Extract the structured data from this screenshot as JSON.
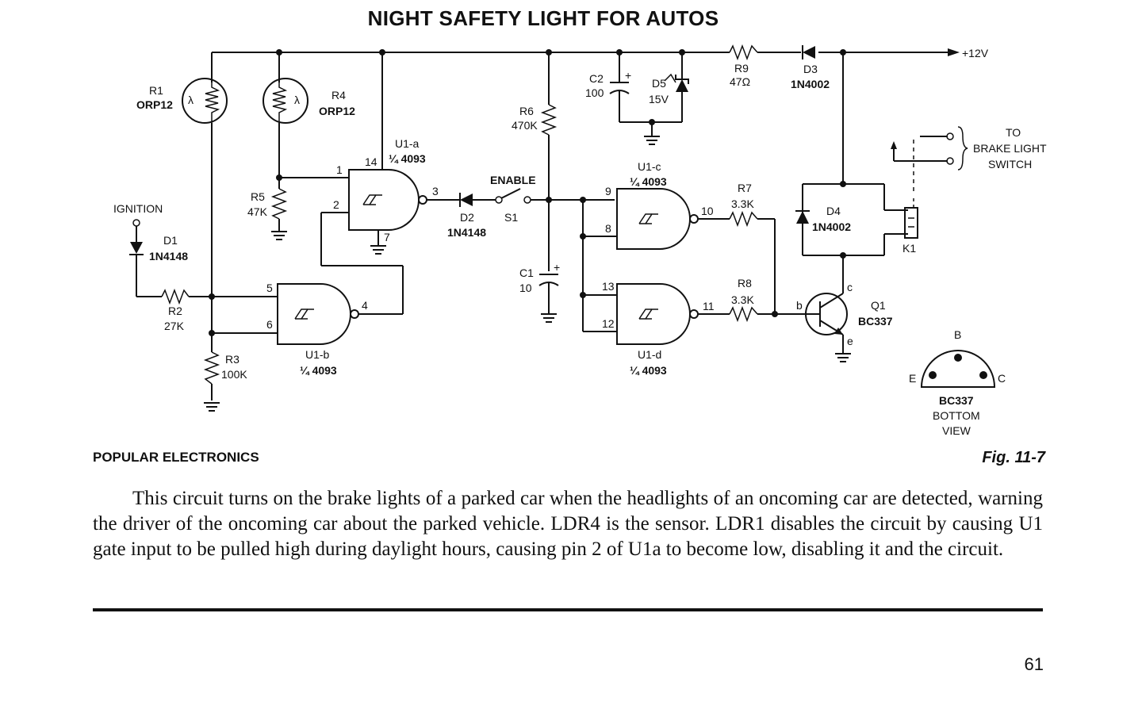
{
  "title": "NIGHT SAFETY LIGHT FOR AUTOS",
  "source": "POPULAR ELECTRONICS",
  "figure": "Fig. 11-7",
  "caption": "This circuit turns on the brake lights of a parked car when the headlights of an oncoming car are detected, warning the driver of the oncoming car about the parked vehicle. LDR4 is the sensor. LDR1 disables the circuit by causing U1 gate input to be pulled high during daylight hours, causing pin 2 of U1a to become low, disabling it and the circuit.",
  "page_number": "61",
  "schematic": {
    "supply": "+12V",
    "ignition": "IGNITION",
    "enable": "ENABLE",
    "brake_switch": [
      "TO",
      "BRAKE LIGHT",
      "SWITCH"
    ],
    "bottom_view": [
      "BC337",
      "BOTTOM",
      "VIEW"
    ],
    "pins_view": {
      "b": "B",
      "e": "E",
      "c": "C"
    },
    "lambda": "λ",
    "components": {
      "R1": {
        "ref": "R1",
        "value": "ORP12"
      },
      "R4": {
        "ref": "R4",
        "value": "ORP12"
      },
      "R5": {
        "ref": "R5",
        "value": "47K"
      },
      "R2": {
        "ref": "R2",
        "value": "27K"
      },
      "R3": {
        "ref": "R3",
        "value": "100K"
      },
      "R6": {
        "ref": "R6",
        "value": "470K"
      },
      "R7": {
        "ref": "R7",
        "value": "3.3K"
      },
      "R8": {
        "ref": "R8",
        "value": "3.3K"
      },
      "R9": {
        "ref": "R9",
        "value": "47Ω"
      },
      "C1": {
        "ref": "C1",
        "value": "10"
      },
      "C2": {
        "ref": "C2",
        "value": "100"
      },
      "D1": {
        "ref": "D1",
        "value": "1N4148"
      },
      "D2": {
        "ref": "D2",
        "value": "1N4148"
      },
      "D3": {
        "ref": "D3",
        "value": "1N4002"
      },
      "D4": {
        "ref": "D4",
        "value": "1N4002"
      },
      "D5": {
        "ref": "D5",
        "value": "15V"
      },
      "S1": {
        "ref": "S1"
      },
      "K1": {
        "ref": "K1"
      },
      "Q1": {
        "ref": "Q1",
        "value": "BC337",
        "b": "b",
        "c": "c",
        "e": "e"
      },
      "U1a": {
        "ref": "U1-a",
        "value": "¼ 4093"
      },
      "U1b": {
        "ref": "U1-b",
        "value": "¼ 4093"
      },
      "U1c": {
        "ref": "U1-c",
        "value": "¼ 4093"
      },
      "U1d": {
        "ref": "U1-d",
        "value": "¼ 4093"
      }
    },
    "pins": {
      "p1": "1",
      "p2": "2",
      "p3": "3",
      "p4": "4",
      "p5": "5",
      "p6": "6",
      "p7": "7",
      "p8": "8",
      "p9": "9",
      "p10": "10",
      "p11": "11",
      "p12": "12",
      "p13": "13",
      "p14": "14"
    },
    "polarity": "+"
  }
}
